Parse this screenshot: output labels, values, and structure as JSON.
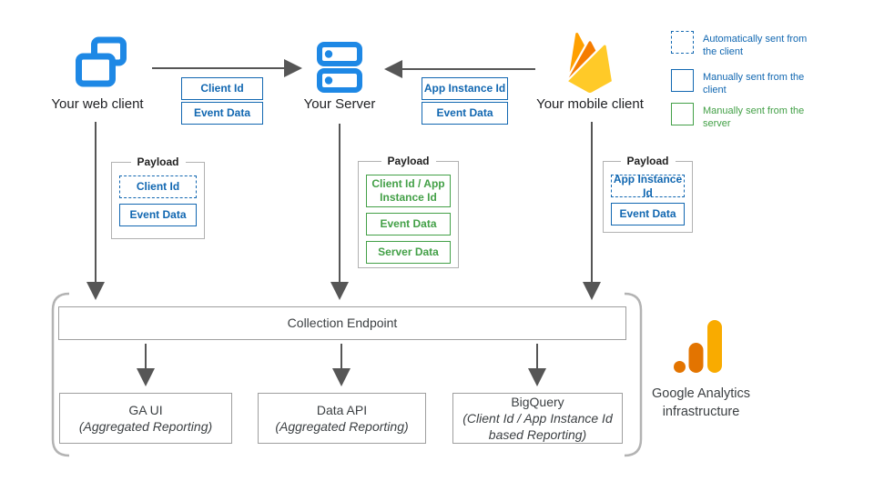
{
  "sources": {
    "web_client": {
      "label": "Your web client"
    },
    "server": {
      "label": "Your Server"
    },
    "mobile_client": {
      "label": "Your mobile client"
    }
  },
  "flow_web_to_server": {
    "items": [
      {
        "label": "Client Id"
      },
      {
        "label": "Event Data"
      }
    ]
  },
  "flow_mobile_to_server": {
    "items": [
      {
        "label": "App Instance Id"
      },
      {
        "label": "Event Data"
      }
    ]
  },
  "payload_web": {
    "title": "Payload",
    "items": [
      {
        "label": "Client Id",
        "type": "automatically-sent-from-client"
      },
      {
        "label": "Event Data",
        "type": "manually-sent-from-client"
      }
    ]
  },
  "payload_server": {
    "title": "Payload",
    "items": [
      {
        "label": "Client Id / App Instance Id",
        "type": "manually-sent-from-server"
      },
      {
        "label": "Event Data",
        "type": "manually-sent-from-server"
      },
      {
        "label": "Server Data",
        "type": "manually-sent-from-server"
      }
    ]
  },
  "payload_mobile": {
    "title": "Payload",
    "items": [
      {
        "label": "App Instance Id",
        "type": "automatically-sent-from-client"
      },
      {
        "label": "Event Data",
        "type": "manually-sent-from-client"
      }
    ]
  },
  "legend": {
    "items": [
      {
        "label": "Automatically sent from the client",
        "type": "automatically-sent-from-client"
      },
      {
        "label": "Manually sent from the client",
        "type": "manually-sent-from-client"
      },
      {
        "label": "Manually sent from the server",
        "type": "manually-sent-from-server"
      }
    ]
  },
  "infrastructure": {
    "endpoint_label": "Collection Endpoint",
    "outputs": [
      {
        "title": "GA UI",
        "subtitle": "(Aggregated Reporting)"
      },
      {
        "title": "Data API",
        "subtitle": "(Aggregated Reporting)"
      },
      {
        "title": "BigQuery",
        "subtitle": "(Client Id / App Instance Id based Reporting)"
      }
    ],
    "caption": "Google Analytics infrastructure"
  },
  "colors": {
    "client_blue": "#1167b1",
    "server_green": "#43a047",
    "icon_blue": "#1e88e5",
    "arrow_gray": "#565656",
    "box_border_gray": "#9e9e9e",
    "bracket_gray": "#b3b3b3",
    "firebase_orange": "#FFA000",
    "firebase_deep_orange": "#F57C00",
    "firebase_yellow": "#FFCA28",
    "ga_amber": "#F9AB00",
    "ga_orange": "#E37400"
  }
}
